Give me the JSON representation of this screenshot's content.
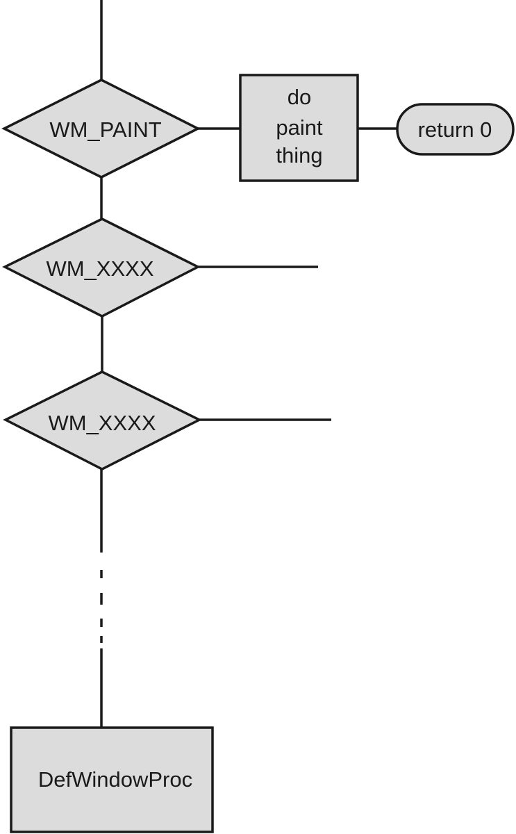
{
  "diagram": {
    "nodes": {
      "wm_paint": "WM_PAINT",
      "wm_xxxx_1": "WM_XXXX",
      "wm_xxxx_2": "WM_XXXX",
      "do_paint_line1": "do",
      "do_paint_line2": "paint",
      "do_paint_line3": "thing",
      "return_0": "return 0",
      "defwindowproc": "DefWindowProc"
    },
    "colors": {
      "fill": "#dcdcdc",
      "stroke": "#1a1a1a",
      "background": "#ffffff"
    }
  }
}
